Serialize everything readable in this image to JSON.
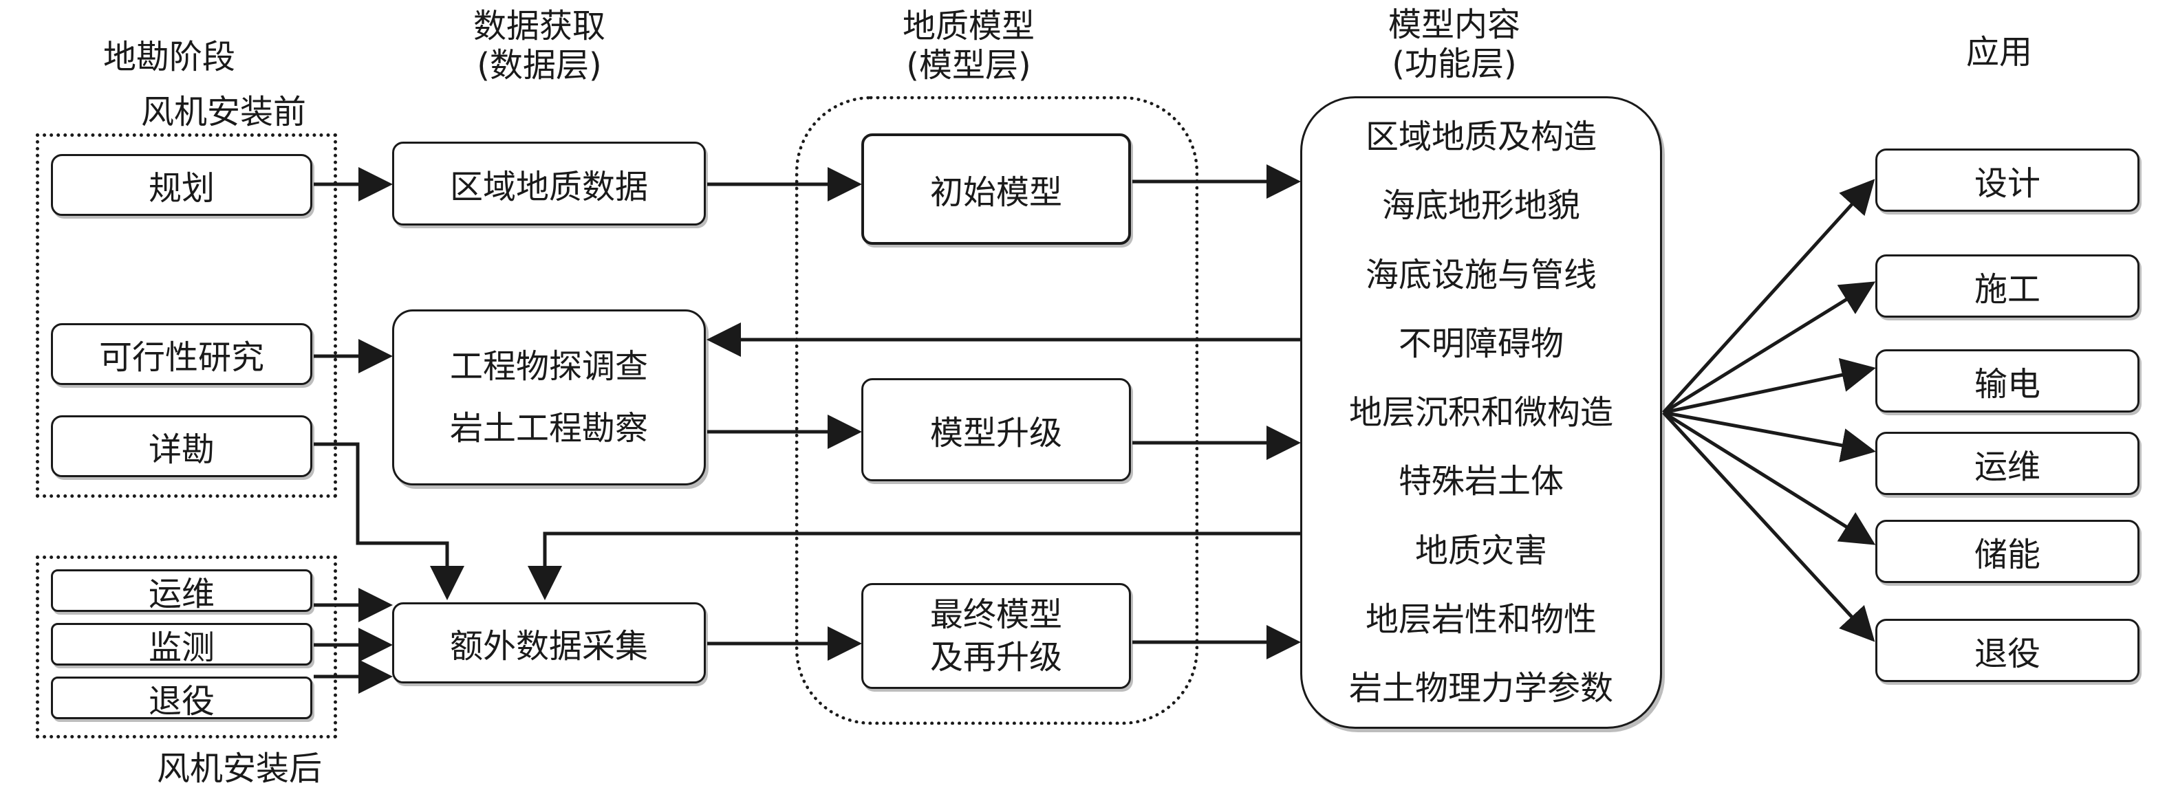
{
  "headers": {
    "stage": "地勘阶段",
    "data_title": "数据获取",
    "data_sub": "(数据层)",
    "model_title": "地质模型",
    "model_sub": "(模型层)",
    "content_title": "模型内容",
    "content_sub": "(功能层)",
    "application": "应用"
  },
  "pre_install": {
    "label": "风机安装前",
    "items": [
      "规划",
      "可行性研究",
      "详勘"
    ]
  },
  "post_install": {
    "label": "风机安装后",
    "items": [
      "运维",
      "监测",
      "退役"
    ]
  },
  "data_layer": {
    "regional": "区域地质数据",
    "survey_line1": "工程物探调查",
    "survey_line2": "岩土工程勘察",
    "extra": "额外数据采集"
  },
  "model_layer": {
    "initial": "初始模型",
    "upgrade": "模型升级",
    "final_line1": "最终模型",
    "final_line2": "及再升级"
  },
  "model_content": [
    "区域地质及构造",
    "海底地形地貌",
    "海底设施与管线",
    "不明障碍物",
    "地层沉积和微构造",
    "特殊岩土体",
    "地质灾害",
    "地层岩性和物性",
    "岩土物理力学参数"
  ],
  "applications": [
    "设计",
    "施工",
    "输电",
    "运维",
    "储能",
    "退役"
  ]
}
